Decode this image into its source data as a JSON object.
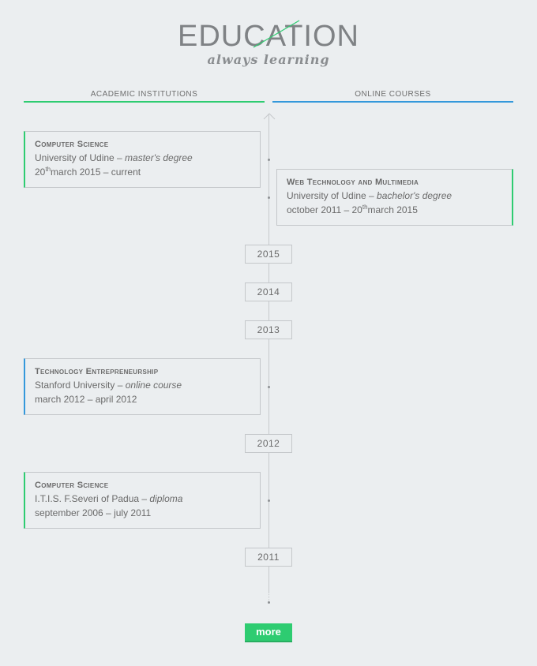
{
  "header": {
    "title": "EDUCATION",
    "subtitle": "always learning"
  },
  "columns": {
    "left_label": "ACADEMIC INSTITUTIONS",
    "right_label": "ONLINE COURSES",
    "left_color": "#2ecc71",
    "right_color": "#3498db"
  },
  "entries": [
    {
      "title": "Computer Science",
      "institution": "University of Udine – ",
      "kind": "master's degree",
      "date_prefix": "20",
      "date_sup": "th",
      "date_rest": "march 2015 – current"
    },
    {
      "title": "Web Technology and Multimedia",
      "institution": "University of Udine – ",
      "kind": "bachelor's degree",
      "date_prefix": "october 2011 – 20",
      "date_sup": "th",
      "date_rest": "march 2015"
    },
    {
      "title": "Technology Entrepreneurship",
      "institution": "Stanford University – ",
      "kind": "online course",
      "date": "march 2012 – april 2012"
    },
    {
      "title": "Computer Science",
      "institution": "I.T.I.S. F.Severi of Padua – ",
      "kind": "diploma",
      "date": "september 2006 – july 2011"
    }
  ],
  "years": [
    "2015",
    "2014",
    "2013",
    "2012",
    "2011"
  ],
  "more_button": {
    "label": "more",
    "color": "#2ecc71"
  }
}
